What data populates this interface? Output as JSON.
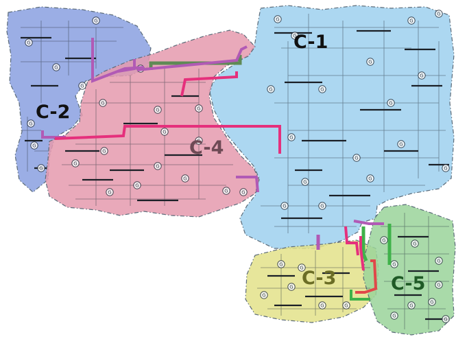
{
  "clusters": [
    {
      "id": "c1",
      "label": "C-1",
      "fill": "#9ed0ee",
      "text_color": "#111111"
    },
    {
      "id": "c2",
      "label": "C-2",
      "fill": "#8aa0e0",
      "text_color": "#111111"
    },
    {
      "id": "c3",
      "label": "C-3",
      "fill": "#e3e289",
      "text_color": "#6b6d26"
    },
    {
      "id": "c4",
      "label": "C-4",
      "fill": "#e59aae",
      "text_color": "#6e4a55"
    },
    {
      "id": "c5",
      "label": "C-5",
      "fill": "#9ad49a",
      "text_color": "#1f5a26"
    }
  ],
  "generator_symbol": "G",
  "tie_line_colors": {
    "magenta": "#e5307c",
    "purple": "#b15ab5",
    "green": "#3fb24a",
    "olive": "#5f8a55",
    "red": "#e0484a"
  }
}
